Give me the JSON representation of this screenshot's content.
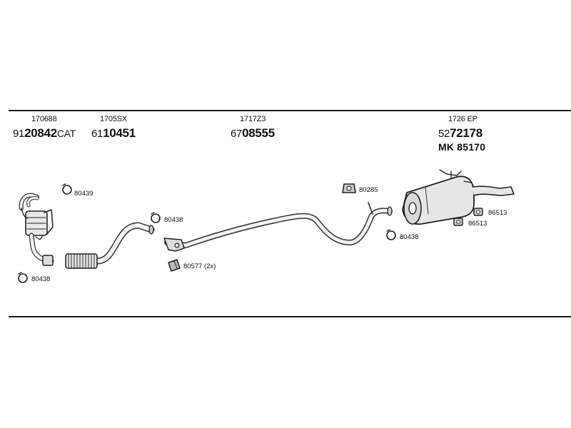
{
  "parts": [
    {
      "ref": "170688",
      "prefix": "91",
      "number": "20842",
      "suffix": "CAT"
    },
    {
      "ref": "1705SX",
      "prefix": "61",
      "number": "10451",
      "suffix": ""
    },
    {
      "ref": "1717Z3",
      "prefix": "67",
      "number": "08555",
      "suffix": ""
    },
    {
      "ref": "1726 EP",
      "prefix": "52",
      "number": "72178",
      "suffix": "",
      "extra": "MK  85170"
    }
  ],
  "labels": {
    "clamp_80439": "80439",
    "clamp_80438_a": "80438",
    "clamp_80438_b": "80438",
    "clamp_80438_c": "80438",
    "rubber_80285": "80285",
    "bracket_80577": "80577 (2x)",
    "mount_86513_a": "86513",
    "mount_86513_b": "86513"
  }
}
